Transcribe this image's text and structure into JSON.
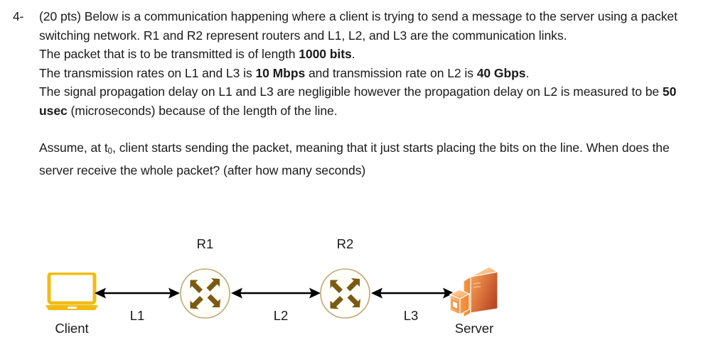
{
  "question": {
    "number": "4-",
    "lines": [
      "(20 pts) Below is a communication happening where a client is trying to send a message to the server using a packet switching network. R1 and R2 represent routers and L1, L2, and L3 are the communication links.",
      "The packet that is to be transmitted is of length 1000 bits.",
      "The transmission rates on L1 and L3 is 10 Mbps and transmission rate on L2 is 40 Gbps.",
      "The signal propagation delay on L1 and L3 are negligible however the propagation delay on L2 is measured to be 50 usec (microseconds) because of the length of the line.",
      "Assume, at t0, client starts sending the packet, meaning that it just starts placing the bits on the line. When does the server receive the whole packet? (after how many seconds)"
    ],
    "line1": {
      "part1": "(20 pts) Below is a communication happening where a client is trying to send a message to the server using a packet switching network. R1 and R2 represent routers and L1, L2, and L3 are the communication links."
    },
    "line2": {
      "pre": "The packet that is to be transmitted is of length ",
      "bold": "1000 bits",
      "post": "."
    },
    "line3": {
      "pre": "The transmission rates on L1 and L3 is ",
      "bold1": "10 Mbps",
      "mid": " and transmission rate on L2 is ",
      "bold2": "40 Gbps",
      "post": "."
    },
    "line4": {
      "pre": "The signal propagation delay on L1 and L3 are negligible however the propagation delay on L2 is measured to be ",
      "bold": "50 usec",
      "post": " (microseconds) because of the length of the line."
    },
    "line5": {
      "pre": "Assume, at t",
      "sub": "0",
      "post": ", client starts sending the packet, meaning that it just starts placing the bits on the line. When does the server receive the whole packet? (after how many seconds)"
    },
    "values": {
      "packet_length": "1000 bits",
      "rate_l1": "10 Mbps",
      "rate_l2": "40 Gbps",
      "rate_l3": "10 Mbps",
      "prop_delay_l2": "50 usec",
      "points": "20 pts"
    }
  },
  "diagram": {
    "nodes": [
      {
        "id": "client",
        "label": "Client",
        "icon": "laptop-icon"
      },
      {
        "id": "r1",
        "label": "R1",
        "icon": "router-icon"
      },
      {
        "id": "r2",
        "label": "R2",
        "icon": "router-icon"
      },
      {
        "id": "server",
        "label": "Server",
        "icon": "server-icon"
      }
    ],
    "links": [
      {
        "id": "l1",
        "label": "L1",
        "from": "client",
        "to": "r1"
      },
      {
        "id": "l2",
        "label": "L2",
        "from": "r1",
        "to": "r2"
      },
      {
        "id": "l3",
        "label": "L3",
        "from": "r2",
        "to": "server"
      }
    ],
    "colors": {
      "laptop": "#F0BC14",
      "router_arrow": "#7A5A11",
      "router_outline": "#BFA876",
      "server_light": "#F8A95C",
      "server_dark": "#C1522A",
      "arrow_line": "#000000",
      "text": "#1a1a1a"
    }
  }
}
